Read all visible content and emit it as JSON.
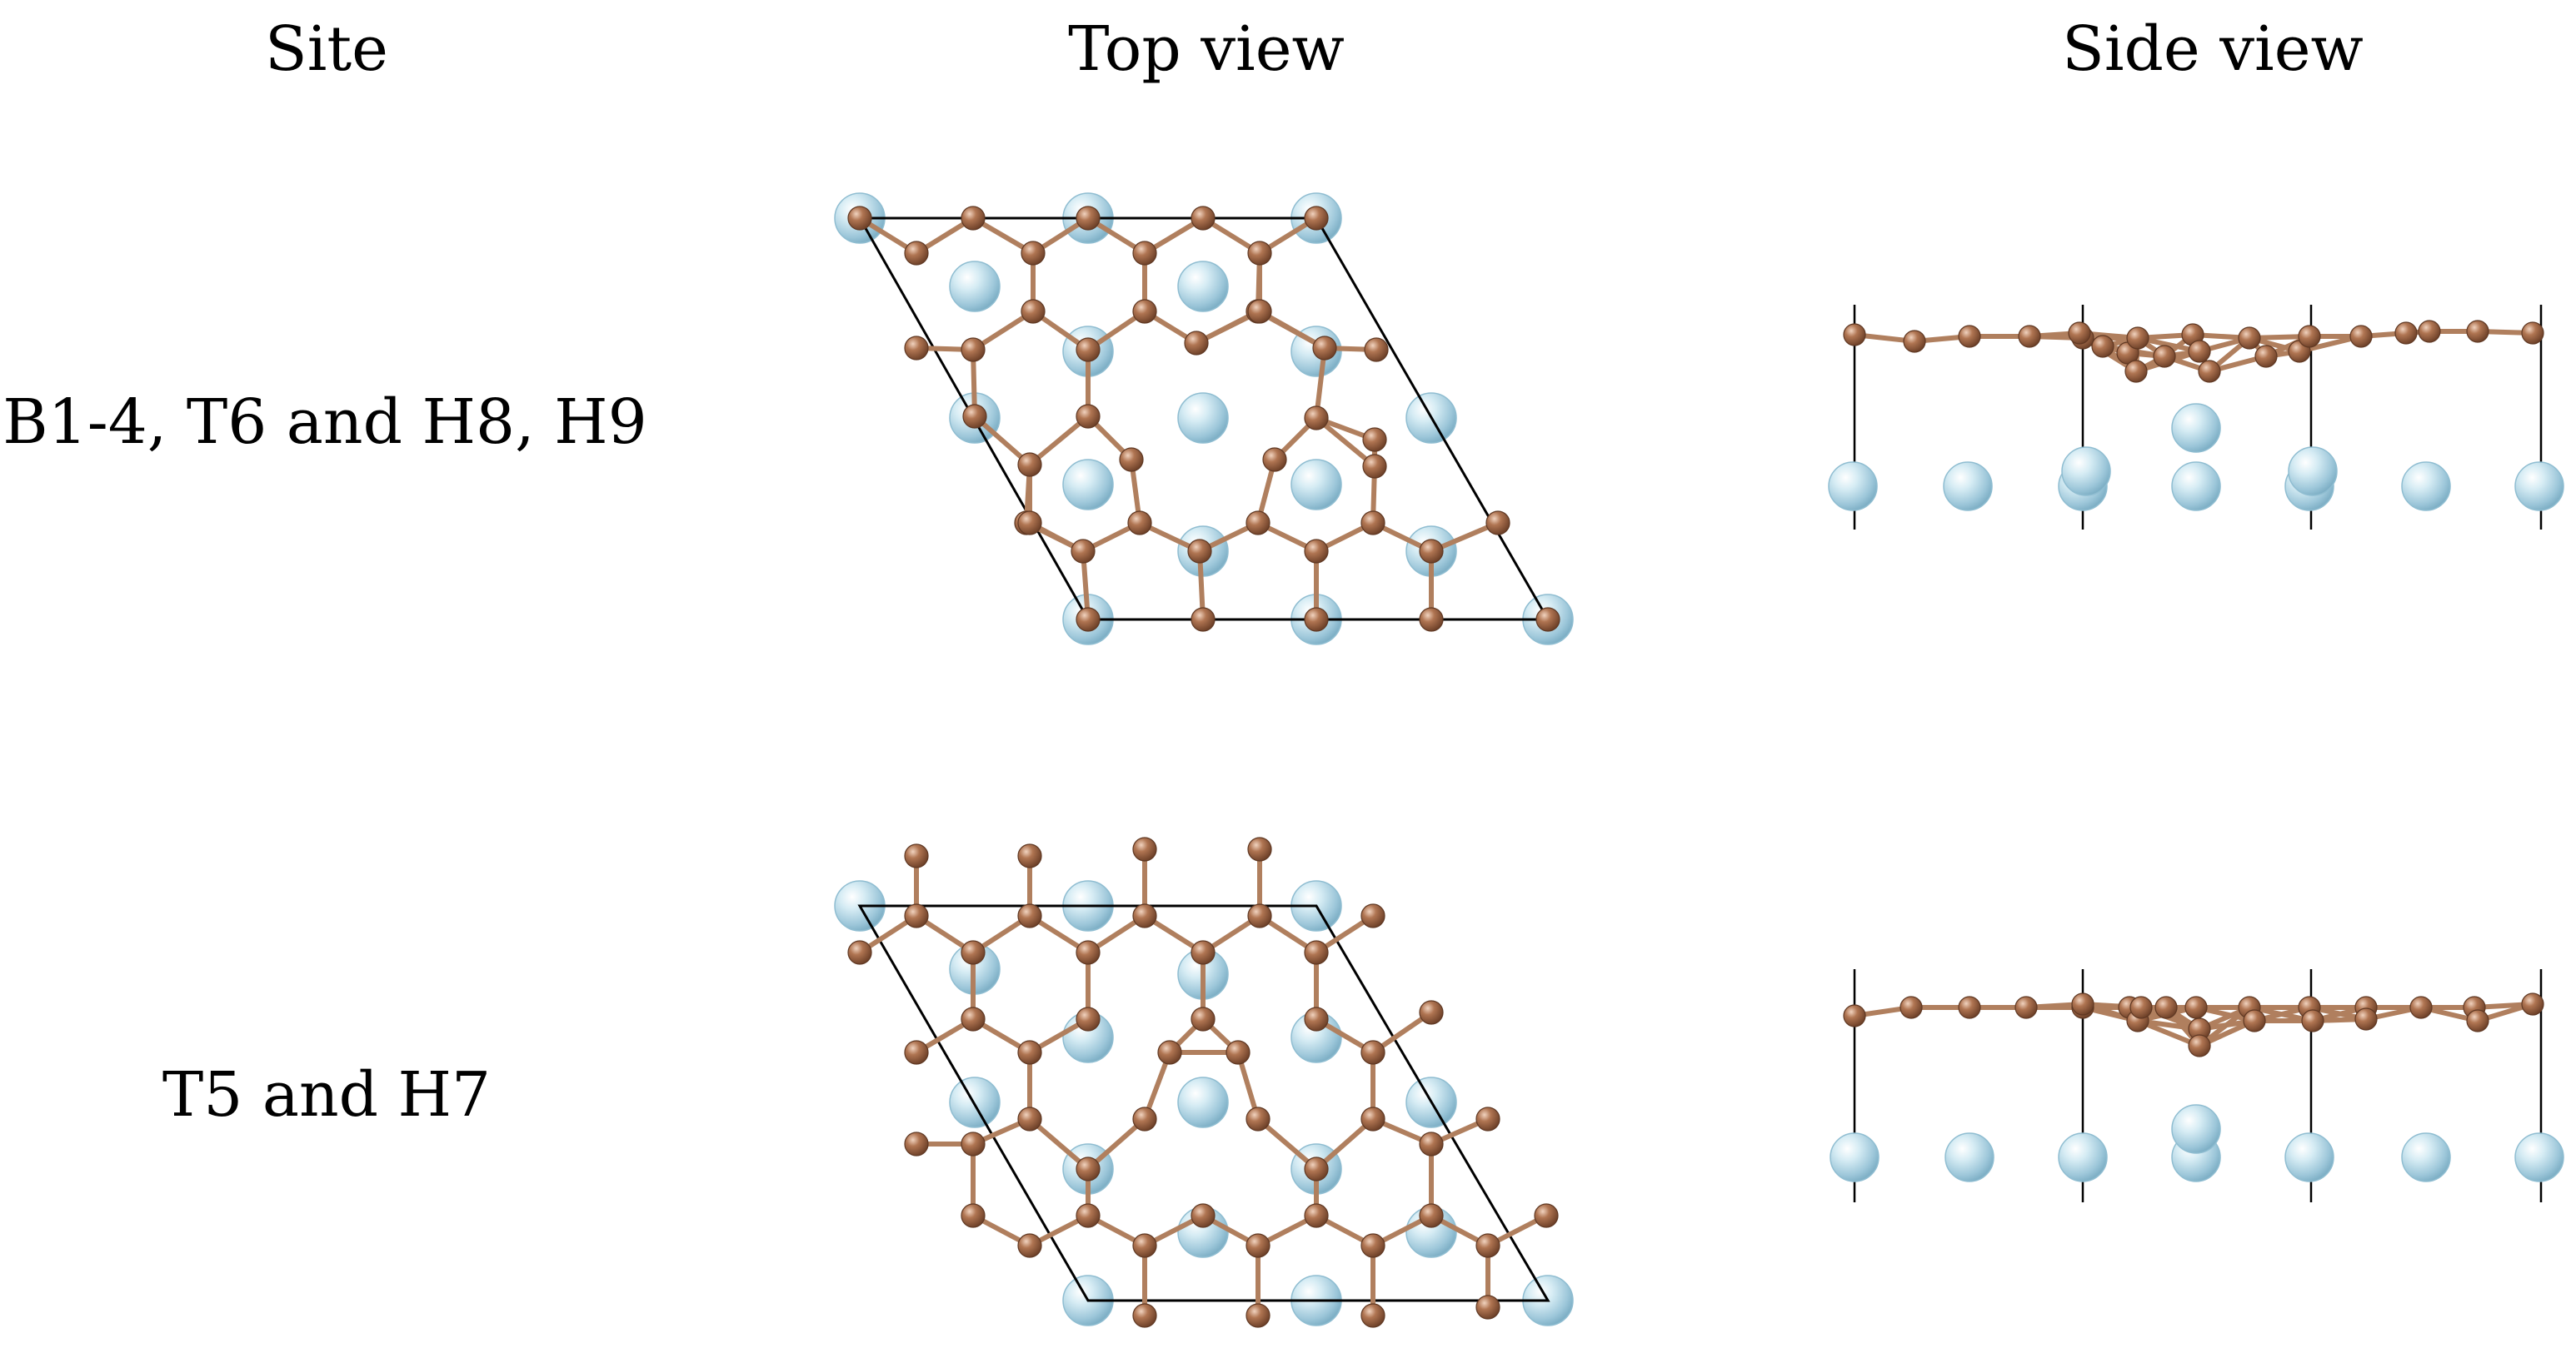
{
  "headers": {
    "site": "Site",
    "top_view": "Top view",
    "side_view": "Side view"
  },
  "rows": [
    {
      "label": "B1-4, T6 and H8, H9"
    },
    {
      "label": "T5 and H7"
    }
  ],
  "colors": {
    "metal_atom": "#a9d2e3",
    "carbon_atom": "#a0684a",
    "bond": "#b07f5e",
    "cell_line": "#000000"
  }
}
